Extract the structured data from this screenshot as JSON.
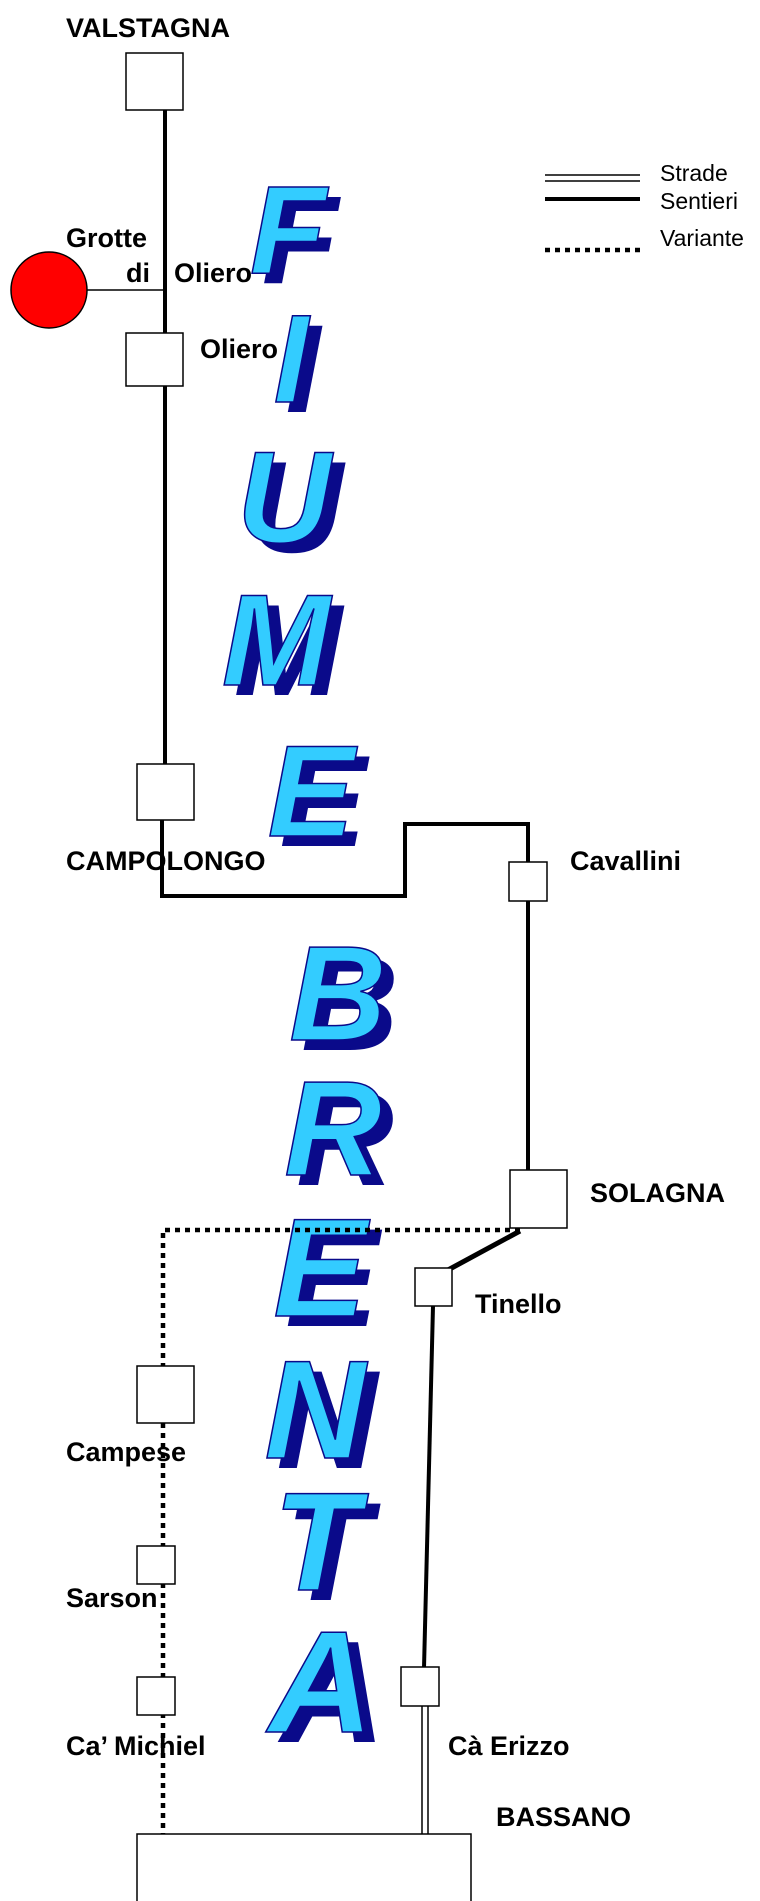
{
  "places": {
    "valstagna": "VALSTAGNA",
    "grotte_line1": "Grotte",
    "grotte_line2_a": "di",
    "grotte_line2_b": "Oliero",
    "oliero": "Oliero",
    "campolongo": "CAMPOLONGO",
    "cavallini": "Cavallini",
    "solagna": "SOLAGNA",
    "tinello": "Tinello",
    "campese": "Campese",
    "sarson": "Sarson",
    "ca_michiel": "Ca’ Michiel",
    "ca_erizzo": "Cà Erizzo",
    "bassano": "BASSANO"
  },
  "legend": {
    "strade": "Strade",
    "sentieri": "Sentieri",
    "variante": "Variante"
  },
  "river_label": {
    "word1": [
      "F",
      "I",
      "U",
      "M",
      "E"
    ],
    "word2": [
      "B",
      "R",
      "E",
      "N",
      "T",
      "A"
    ]
  },
  "colors": {
    "river_fill": "#33ccff",
    "river_shadow": "#0a0a8a",
    "cave_marker": "#ff0000"
  },
  "icons": {
    "cave": "red-circle-icon",
    "stop": "square-marker-icon"
  }
}
